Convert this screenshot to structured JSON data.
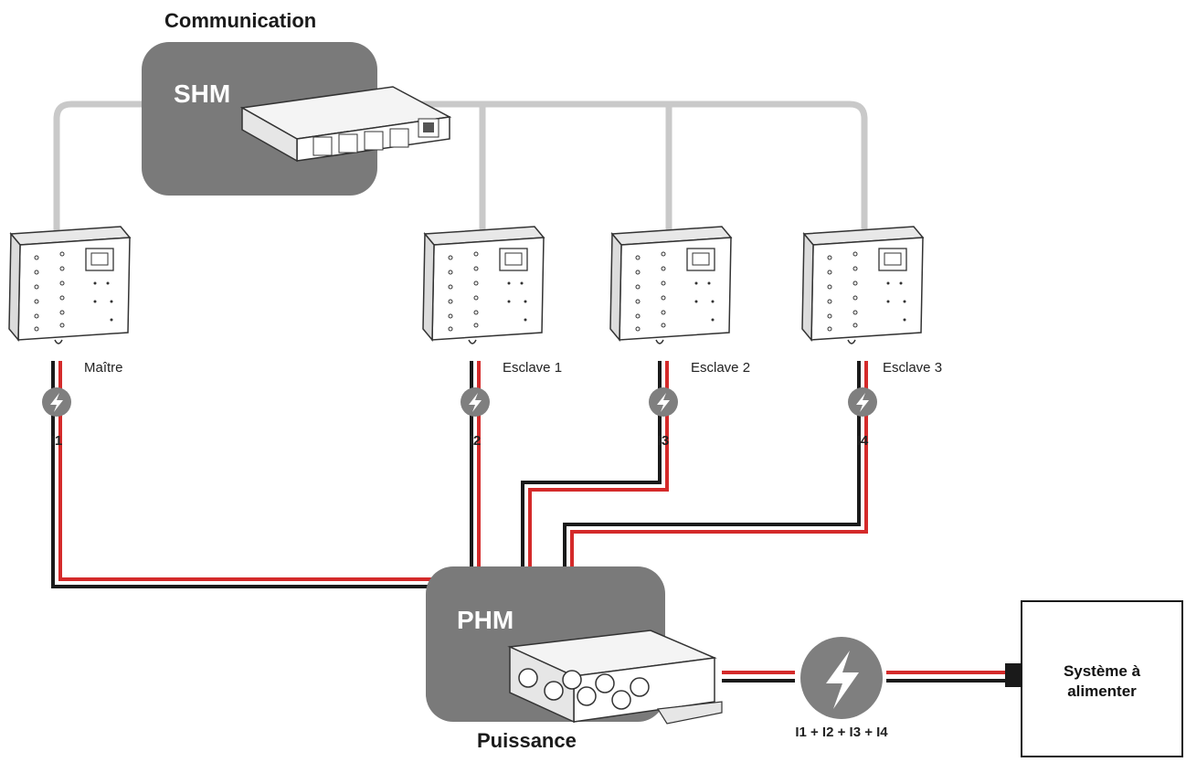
{
  "titles": {
    "communication": "Communication",
    "puissance": "Puissance"
  },
  "hubs": {
    "shm": "SHM",
    "phm": "PHM"
  },
  "modules": [
    {
      "label": "Maître",
      "current": "I1"
    },
    {
      "label": "Esclave 1",
      "current": "I2"
    },
    {
      "label": "Esclave 2",
      "current": "I3"
    },
    {
      "label": "Esclave 3",
      "current": "I4"
    }
  ],
  "output": {
    "current_sum": "I1 + I2 + I3 + I4",
    "system_line1": "Système à",
    "system_line2": "alimenter"
  },
  "icons": {
    "lightning": "lightning-bolt-icon"
  },
  "colors": {
    "hub_box": "#7a7a7a",
    "comm_cable": "#c9c9c9",
    "power_red": "#d42a2a",
    "power_black": "#1a1a1a",
    "lightning_circle": "#7f7f7f"
  }
}
